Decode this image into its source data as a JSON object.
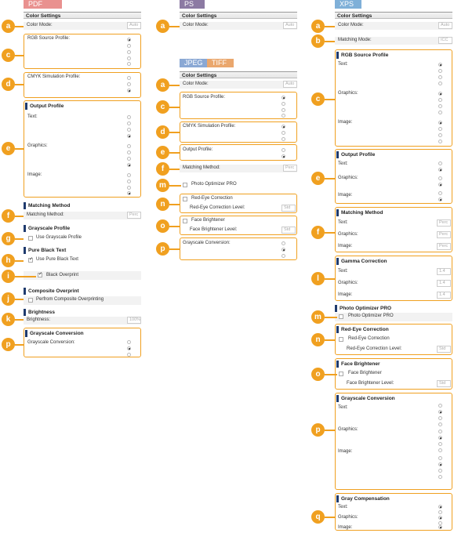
{
  "tabs": {
    "pdf": {
      "label": "PDF",
      "color": "#e9918f"
    },
    "ps": {
      "label": "PS",
      "color": "#8c7aa3"
    },
    "jpeg": {
      "label": "JPEG",
      "color": "#8aa8d4"
    },
    "tiff": {
      "label": "TIFF",
      "color": "#eaa76d"
    },
    "xps": {
      "label": "XPS",
      "color": "#7fb0d8"
    }
  },
  "accent": "#f0a020",
  "common": {
    "color_settings": "Color Settings",
    "color_mode": "Color Mode:",
    "auto_value": "Auto",
    "rgb_source_profile_label": "RGB Source Profile:",
    "cmyk_sim_label": "CMYK Simulation Profile:",
    "output_profile_label": "Output Profile:",
    "matching_method_label": "Matching Method:",
    "perceptual_value": "Perc",
    "icc_value": "ICC",
    "photo_optimizer": "Photo Optimizer PRO",
    "red_eye": "Red-Eye Correction",
    "red_eye_level": "Red-Eye Correction Level:",
    "face_brightener": "Face Brightener",
    "face_brightener_level": "Face Brightener Level:",
    "grayscale_conversion_label": "Grayscale Conversion:",
    "text": "Text:",
    "graphics": "Graphics:",
    "image": "Image:",
    "std_value": "Std",
    "gamma_value": "1.4"
  },
  "pdf": {
    "output_profile": "Output Profile",
    "matching_method": "Matching Method",
    "grayscale_profile": "Grayscale Profile",
    "use_grayscale_profile": "Use Grayscale Profile",
    "pure_black_text": "Pure Black Text",
    "use_pure_black_text": "Use Pure Black Text",
    "black_overprint": "Black Overprint",
    "composite_overprint": "Composite Overprint",
    "perform_composite": "Perfrom Composite Overprinting",
    "brightness": "Brightness",
    "brightness_label": "Brightness:",
    "brightness_value": "100%",
    "grayscale_conversion": "Grayscale Conversion"
  },
  "xps": {
    "matching_mode": "Matching Mode:",
    "rgb_source_profile": "RGB Source Profile",
    "output_profile": "Output Profile",
    "matching_method": "Matching Method",
    "gamma_correction": "Gamma Correction",
    "photo_optimizer_section": "Photo Optimizer PRO",
    "red_eye_section": "Red-Eye Correction",
    "face_brightener_section": "Face Brightener",
    "grayscale_conversion": "Grayscale Conversion",
    "gray_compensation": "Gray Compensation"
  },
  "badges": {
    "a": "a",
    "b": "b",
    "c": "c",
    "d": "d",
    "e": "e",
    "f": "f",
    "g": "g",
    "h": "h",
    "i": "i",
    "j": "j",
    "k": "k",
    "l": "l",
    "m": "m",
    "n": "n",
    "o": "o",
    "p": "p",
    "q": "q"
  }
}
